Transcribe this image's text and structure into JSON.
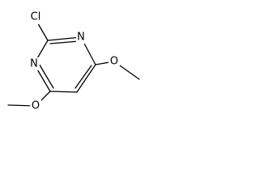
{
  "molecule": {
    "atoms": {
      "chlorine": "Cl",
      "nitrogen_top": "N",
      "nitrogen_left": "N",
      "oxygen_right": "O",
      "oxygen_bottom": "O"
    }
  },
  "colors": {
    "bond": "#000000",
    "label": "#000000",
    "background": "#ffffff"
  }
}
